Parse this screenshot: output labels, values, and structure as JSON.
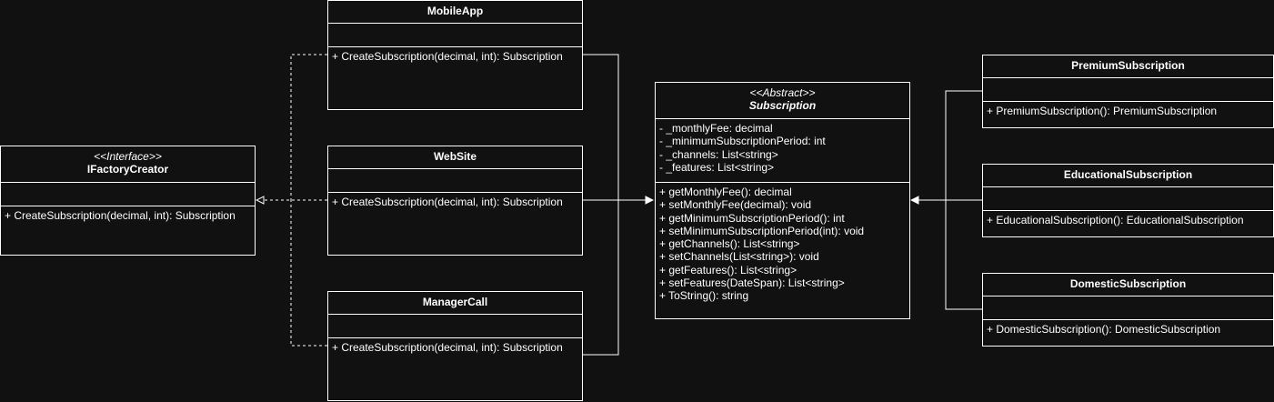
{
  "classes": {
    "mobileapp": {
      "name": "MobileApp",
      "methods": [
        "+ CreateSubscription(decimal, int): Subscription"
      ]
    },
    "website": {
      "name": "WebSite",
      "methods": [
        "+ CreateSubscription(decimal, int): Subscription"
      ]
    },
    "managercall": {
      "name": "ManagerCall",
      "methods": [
        "+ CreateSubscription(decimal, int): Subscription"
      ]
    },
    "ifactorycreator": {
      "stereotype": "<<Interface>>",
      "name": "IFactoryCreator",
      "methods": [
        "+ CreateSubscription(decimal, int): Subscription"
      ]
    },
    "subscription": {
      "stereotype": "<<Abstract>>",
      "name": "Subscription",
      "fields": [
        "- _monthlyFee: decimal",
        "- _minimumSubscriptionPeriod: int",
        "- _channels: List<string>",
        "- _features: List<string>"
      ],
      "methods": [
        "+ getMonthlyFee(): decimal",
        "+ setMonthlyFee(decimal): void",
        "+ getMinimumSubscriptionPeriod(): int",
        "+ setMinimumSubscriptionPeriod(int): void",
        "+ getChannels(): List<string>",
        "+ setChannels(List<string>): void",
        "+ getFeatures(): List<string>",
        "+ setFeatures(DateSpan): List<string>",
        "+ ToString(): string"
      ]
    },
    "premium": {
      "name": "PremiumSubscription",
      "methods": [
        "+ PremiumSubscription(): PremiumSubscription"
      ]
    },
    "educational": {
      "name": "EducationalSubscription",
      "methods": [
        "+ EducationalSubscription(): EducationalSubscription"
      ]
    },
    "domestic": {
      "name": "DomesticSubscription",
      "methods": [
        "+ DomesticSubscription(): DomesticSubscription"
      ]
    }
  }
}
